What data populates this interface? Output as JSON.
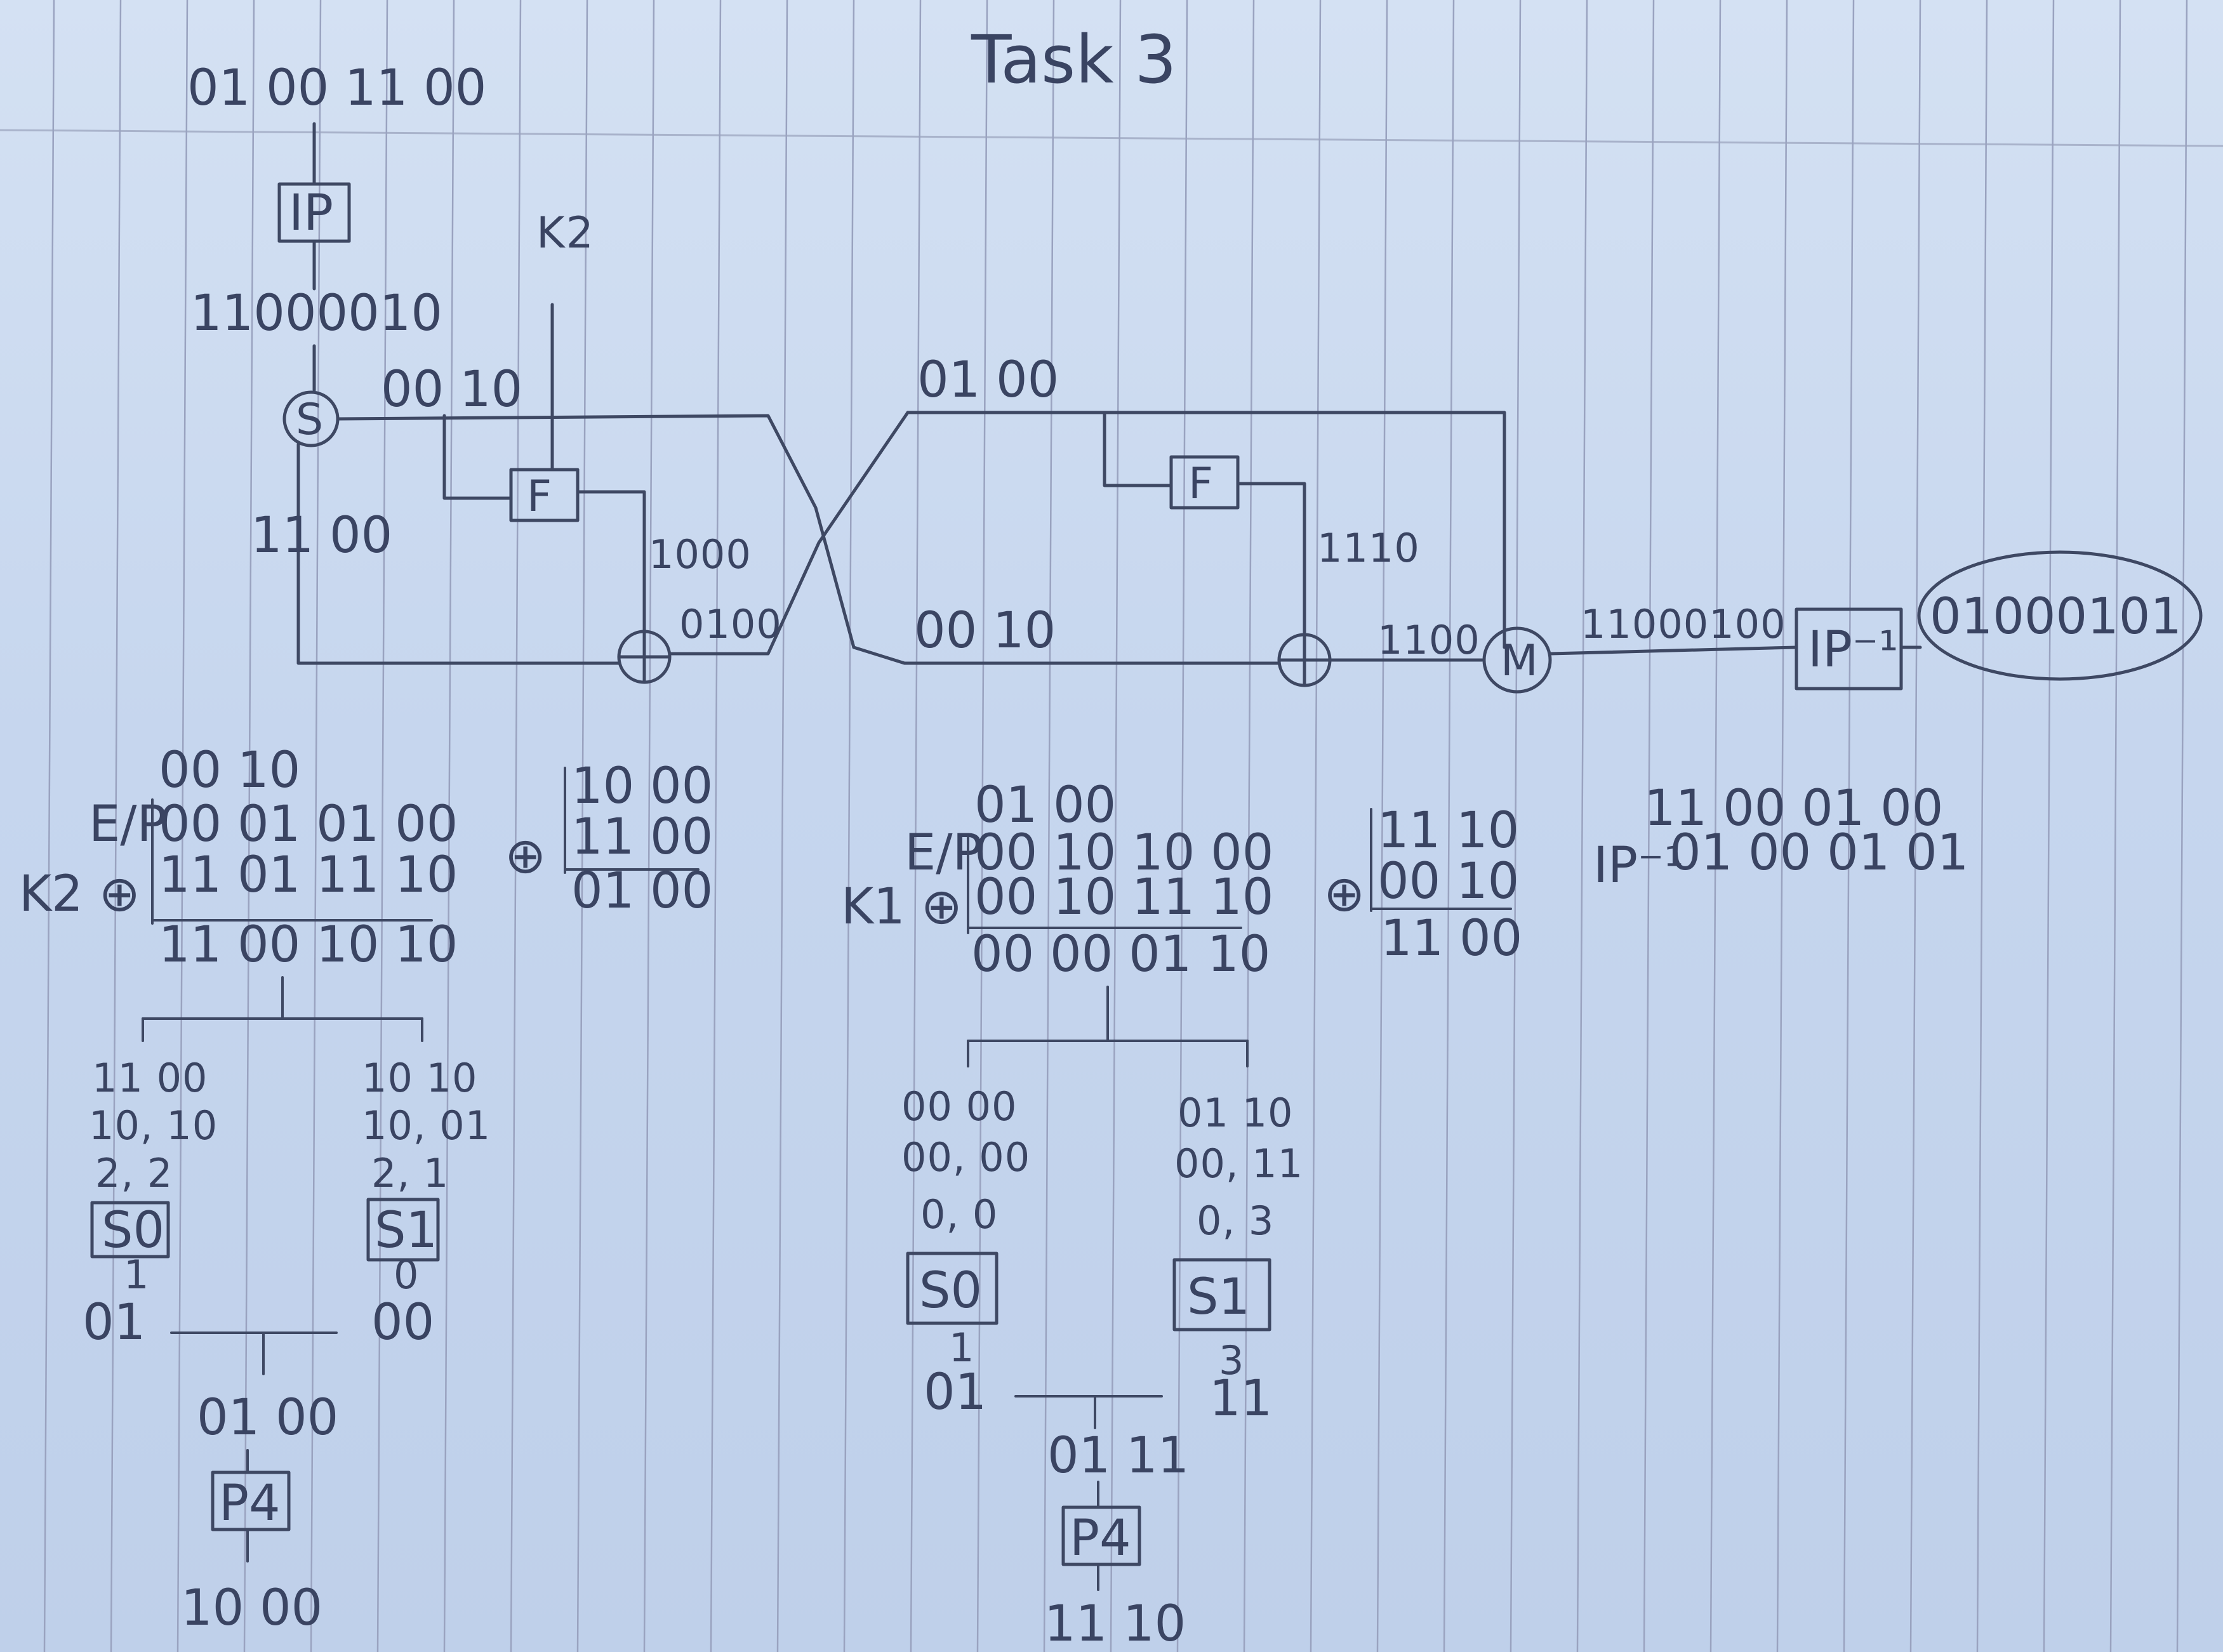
{
  "title": "Task 3",
  "top_input": "01 00 11 00",
  "blocks": {
    "ip": "IP",
    "f1": "F",
    "f2": "F",
    "s_node": "S",
    "m_node": "M",
    "ip_inv": "IP⁻¹",
    "p4_left": "P4",
    "p4_right": "P4",
    "s0_left": "S0",
    "s1_left": "S1",
    "s0_right": "S0",
    "s1_right": "S1"
  },
  "labels": {
    "key2": "K2",
    "after_ip": "11000010",
    "split_right": "00 10",
    "split_left": "11 00",
    "f1_out": "1000",
    "xor1_out": "0100",
    "swap_top": "01 00",
    "swap_bottom": "00 10",
    "f2_out": "1110",
    "xor2_out": "1100",
    "merged": "11000100",
    "final_output": "01000101"
  },
  "calc_left": {
    "input": "00 10",
    "ep_label": "E/P",
    "ep_value": "00 01 01 00",
    "key_label": "K2 ⊕",
    "key_value": "11 01 11 10",
    "result": "11 00 10 10",
    "s0_bits": "11 00",
    "s0_rc": "10, 10",
    "s0_idx": "2, 2",
    "s0_val": "1",
    "s0_out": "01",
    "s1_bits": "10 10",
    "s1_rc": "10, 01",
    "s1_idx": "2, 1",
    "s1_val": "0",
    "s1_out": "00",
    "p4_in": "01 00",
    "p4_out": "10 00"
  },
  "xor_left": {
    "symbol": "⊕",
    "a": "10 00",
    "b": "11 00",
    "result": "01 00"
  },
  "calc_right": {
    "input": "01 00",
    "ep_label": "E/P",
    "ep_value": "00 10 10 00",
    "key_label": "K1 ⊕",
    "key_value": "00 10 11 10",
    "result": "00 00 01 10",
    "s0_bits": "00 00",
    "s0_rc": "00, 00",
    "s0_idx": "0, 0",
    "s0_val": "1",
    "s0_out": "01",
    "s1_bits": "01 10",
    "s1_rc": "00, 11",
    "s1_idx": "0, 3",
    "s1_val": "3",
    "s1_out": "11",
    "p4_in": "01 11",
    "p4_out": "11 10"
  },
  "xor_right": {
    "symbol": "⊕",
    "a": "11 10",
    "b": "00 10",
    "result": "11 00"
  },
  "ip_inverse_calc": {
    "label": "IP⁻¹",
    "input": "11 00 01 00",
    "output": "01 00 01 01"
  },
  "colors": {
    "ink": "#3e4863",
    "paper": "#c9d8ee",
    "rule": "#9aa3c0"
  }
}
